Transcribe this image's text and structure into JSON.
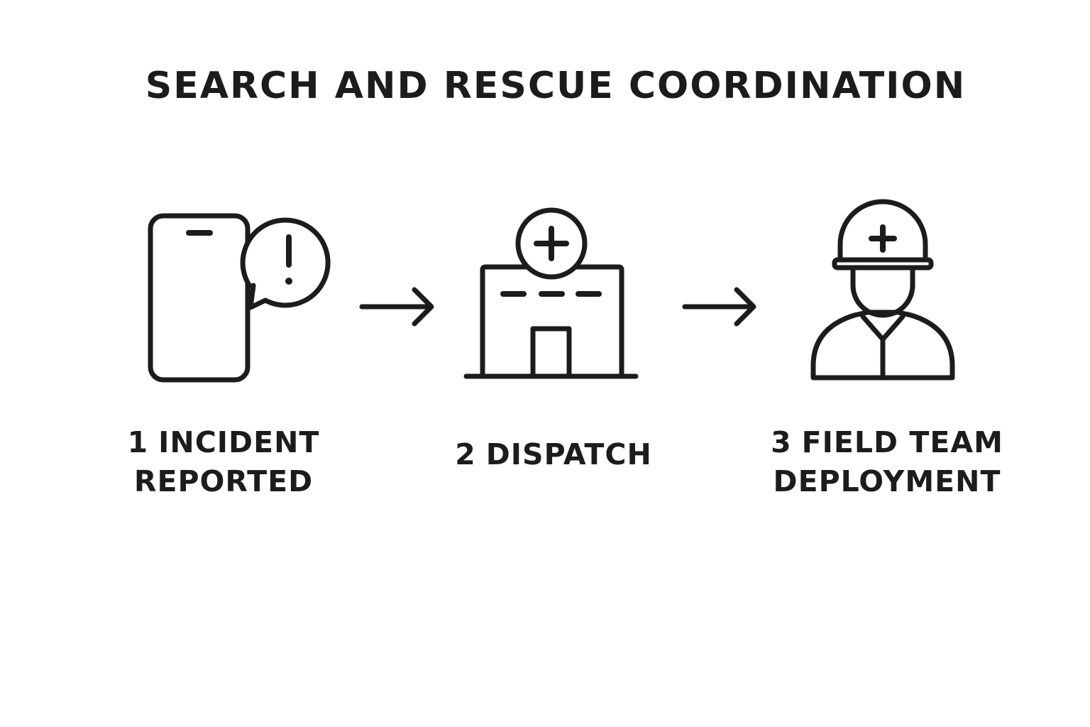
{
  "title": "SEARCH AND RESCUE COORDINATION",
  "steps": [
    {
      "number": "1",
      "line1": "INCIDENT",
      "line2": "REPORTED",
      "icon": "smartphone-alert-icon"
    },
    {
      "number": "2",
      "line1": "DISPATCH",
      "line2": "",
      "icon": "hospital-building-icon"
    },
    {
      "number": "3",
      "line1": "FIELD TEAM",
      "line2": "DEPLOYMENT",
      "icon": "rescue-worker-helmet-icon"
    }
  ],
  "connectors": [
    "arrow-right-icon",
    "arrow-right-icon"
  ],
  "colors": {
    "ink": "#1c1c1c",
    "background": "#ffffff"
  }
}
